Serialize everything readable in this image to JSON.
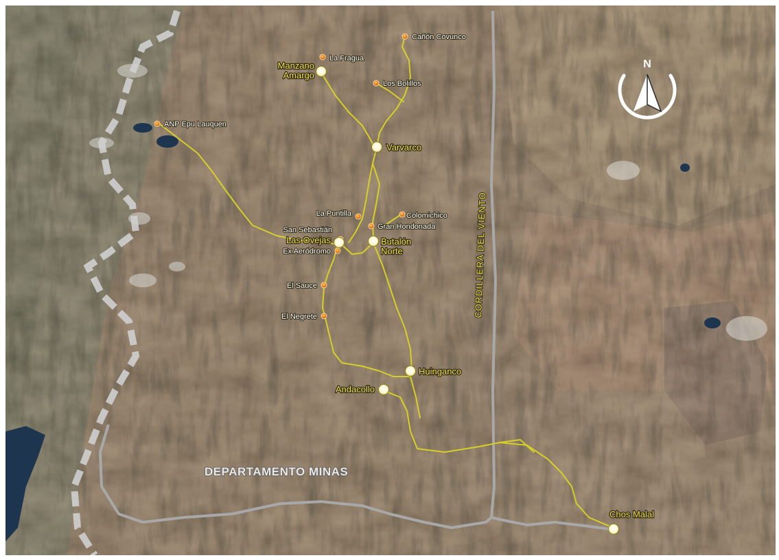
{
  "map": {
    "department_label": "DEPARTAMENTO MINAS",
    "cordillera_label": "CORDILLERA DEL VIENTO",
    "north_label": "N",
    "colors": {
      "road": "#d6cf2a",
      "boundary": "#a8a8a8",
      "small_marker": "#f07a10",
      "large_marker": "#fbf7d0",
      "lake": "#1e3550",
      "terrain_base": "#6b5a45"
    },
    "places": [
      {
        "id": "canon-covunco",
        "name": "Cañón Covunco",
        "kind": "small"
      },
      {
        "id": "la-fragua",
        "name": "La Fragua",
        "kind": "small"
      },
      {
        "id": "manzano-amargo",
        "name": "Manzano\nAmargo",
        "kind": "large"
      },
      {
        "id": "los-bolillos",
        "name": "Los Bolillos",
        "kind": "small"
      },
      {
        "id": "anp-epu-lauquen",
        "name": "ANP Epu Lauquen",
        "kind": "small"
      },
      {
        "id": "varvarco",
        "name": "Varvarco",
        "kind": "large"
      },
      {
        "id": "la-puntilla",
        "name": "La Puntilla",
        "kind": "small"
      },
      {
        "id": "colomichico",
        "name": "Colomichico",
        "kind": "small"
      },
      {
        "id": "gran-hondonada",
        "name": "Gran Hondonada",
        "kind": "small"
      },
      {
        "id": "san-sebastian",
        "name": "San Sebastián",
        "kind": "small"
      },
      {
        "id": "las-ovejas",
        "name": "Las Ovejas",
        "kind": "large"
      },
      {
        "id": "butalon-norte",
        "name": "Butalón\nNorte",
        "kind": "large"
      },
      {
        "id": "ex-aerodromo",
        "name": "Ex Aeródromo",
        "kind": "small"
      },
      {
        "id": "el-sauce",
        "name": "El Sauce",
        "kind": "small"
      },
      {
        "id": "el-negrete",
        "name": "El Negrete",
        "kind": "small"
      },
      {
        "id": "huinganco",
        "name": "Huinganco",
        "kind": "large"
      },
      {
        "id": "andacollo",
        "name": "Andacollo",
        "kind": "large"
      },
      {
        "id": "chos-malal",
        "name": "Chos Malal",
        "kind": "large"
      }
    ]
  }
}
